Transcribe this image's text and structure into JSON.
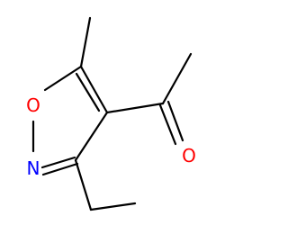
{
  "molecule": {
    "atoms": [
      {
        "id": "O1",
        "symbol": "O",
        "label": "O",
        "color": "#ff0000"
      },
      {
        "id": "N2",
        "symbol": "N",
        "label": "N",
        "color": "#0000ff"
      },
      {
        "id": "O_carbonyl",
        "symbol": "O",
        "label": "O",
        "color": "#ff0000"
      }
    ]
  }
}
